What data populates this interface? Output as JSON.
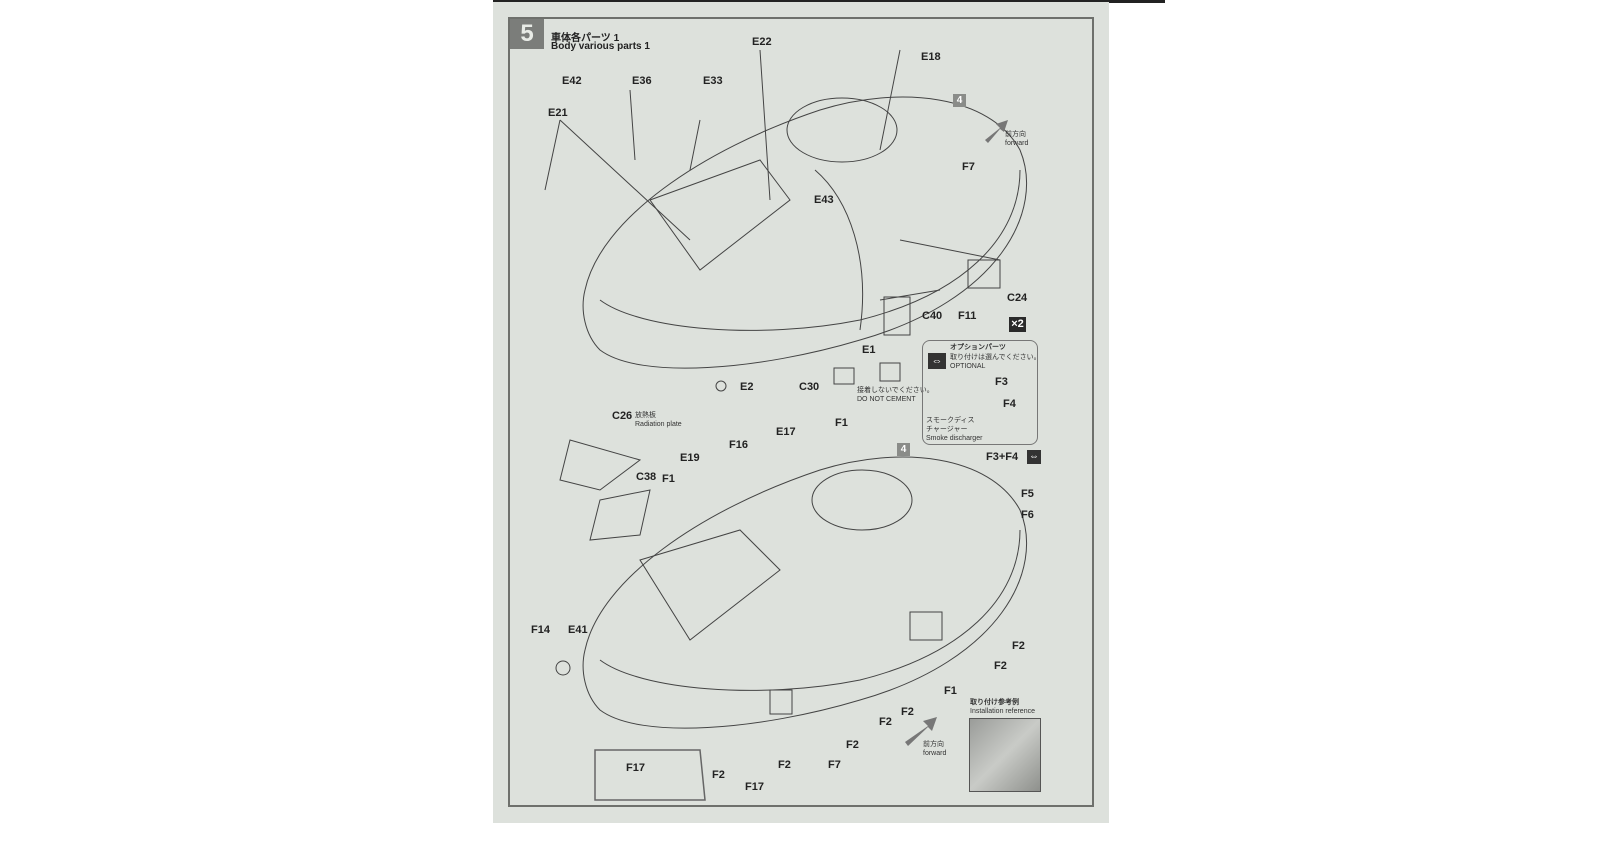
{
  "step": {
    "number": "5",
    "title_jp": "車体各パーツ 1",
    "title_en": "Body various parts 1"
  },
  "top_labels": [
    "E22",
    "E18",
    "E42",
    "E36",
    "E33",
    "E21",
    "F7",
    "E43",
    "C24",
    "F11",
    "C40",
    "E1",
    "E2",
    "C30"
  ],
  "multiplier": "×2",
  "do_not_cement": {
    "jp": "接着しないでください。",
    "en": "DO NOT CEMENT"
  },
  "option": {
    "title": "オプションパーツ",
    "jp": "取り付けは選んでください。",
    "en": "OPTIONAL",
    "f3": "F3",
    "f4": "F4",
    "part_jp1": "スモークディス",
    "part_jp2": "チャージャー",
    "part_en": "Smoke discharger"
  },
  "ref_step": "4",
  "forward": {
    "jp": "前方向",
    "en": "forward"
  },
  "radiation": {
    "part": "C26",
    "jp": "放熱板",
    "en": "Radiation plate"
  },
  "bottom_labels": [
    "F16",
    "E17",
    "F1",
    "E19",
    "F1",
    "C38",
    "F3+F4",
    "F5",
    "F6",
    "F2",
    "F2",
    "F1",
    "F14",
    "E41",
    "F2",
    "F2",
    "F2",
    "F7",
    "F2",
    "F2",
    "F17",
    "F17"
  ],
  "install_ref": {
    "jp": "取り付け参考例",
    "en": "Installation reference"
  },
  "colors": {
    "paper": "#dde1dc",
    "frame": "#6e706c",
    "badge": "#7b7d7a"
  }
}
